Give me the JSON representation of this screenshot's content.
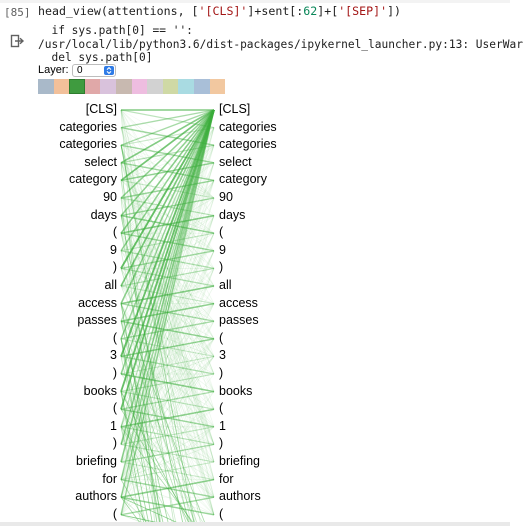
{
  "cell": {
    "prompt": "[85]",
    "code": {
      "fn": "head_view(attentions, [",
      "cls": "'[CLS]'",
      "mid": "]+sent[:",
      "num": "62",
      "mid2": "]+[",
      "sep": "'[SEP]'",
      "end": "])"
    }
  },
  "output": {
    "stderr": [
      "  if sys.path[0] == '':",
      "/usr/local/lib/python3.6/dist-packages/ipykernel_launcher.py:13: UserWar",
      "  del sys.path[0]"
    ]
  },
  "widget": {
    "layer_label": "Layer:",
    "layer_value": "0"
  },
  "head_colors": [
    "#a9b9c9",
    "#f2c09a",
    "#3f9b3f",
    "#e0a8a8",
    "#d9c2dc",
    "#c8b9b0",
    "#eebde0",
    "#d2d2d2",
    "#cfd9a5",
    "#a9dbe2",
    "#a9bfd8",
    "#f2c8a0"
  ],
  "selected_head_index": 2,
  "attention_color": "#3cae3c",
  "tokens": [
    "[CLS]",
    "categories",
    "categories",
    "select",
    "category",
    "90",
    "days",
    "(",
    "9",
    ")",
    "all",
    "access",
    "passes",
    "(",
    "3",
    ")",
    "books",
    "(",
    "1",
    ")",
    "briefing",
    "for",
    "authors",
    "("
  ]
}
